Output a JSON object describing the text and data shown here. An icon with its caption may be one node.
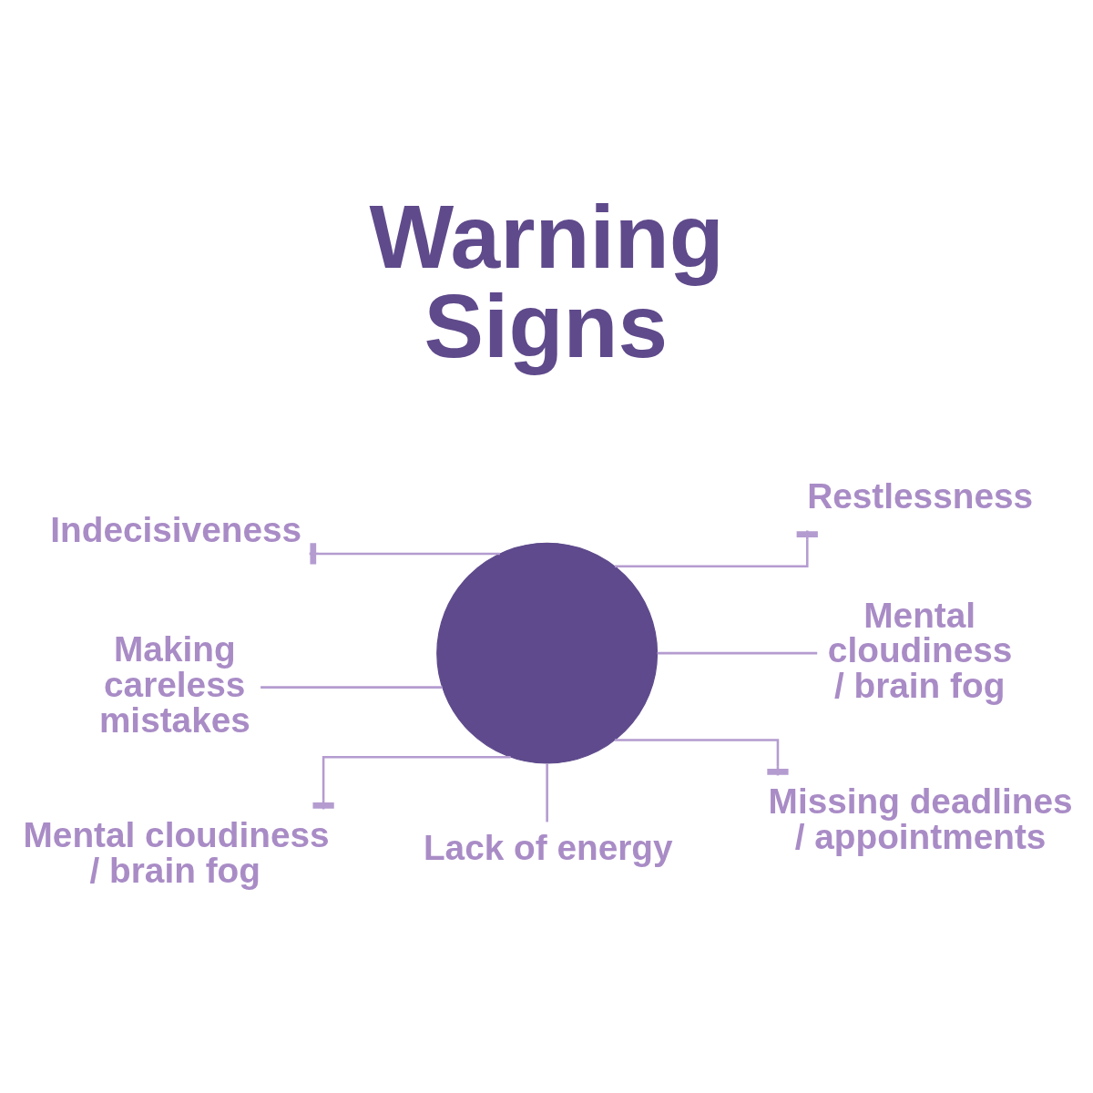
{
  "diagram": {
    "title": "Warning Signs",
    "nodes": [
      {
        "text": [
          "Indecisiveness"
        ]
      },
      {
        "text": [
          "Restlessness"
        ]
      },
      {
        "text": [],
        "shape": "circle"
      },
      {
        "text": [
          "Making careless mistakes"
        ]
      },
      {
        "text": [
          "Mental cloudiness / brain fog"
        ]
      },
      {
        "text": [
          "Mental cloudiness / brain fog"
        ]
      },
      {
        "text": [
          "Missing deadlines / appointments"
        ]
      },
      {
        "text": [
          "Lack of energy"
        ]
      }
    ],
    "edges": [
      {
        "from": 2,
        "to": 0,
        "arrow": "other"
      },
      {
        "from": 2,
        "to": 1,
        "arrow": "other"
      },
      {
        "from": 2,
        "to": 3,
        "arrow": "none"
      },
      {
        "from": 2,
        "to": 4,
        "arrow": "none"
      },
      {
        "from": 2,
        "to": 5,
        "arrow": "other"
      },
      {
        "from": 2,
        "to": 6,
        "arrow": "other"
      },
      {
        "from": 2,
        "to": 7,
        "arrow": "none"
      }
    ]
  }
}
